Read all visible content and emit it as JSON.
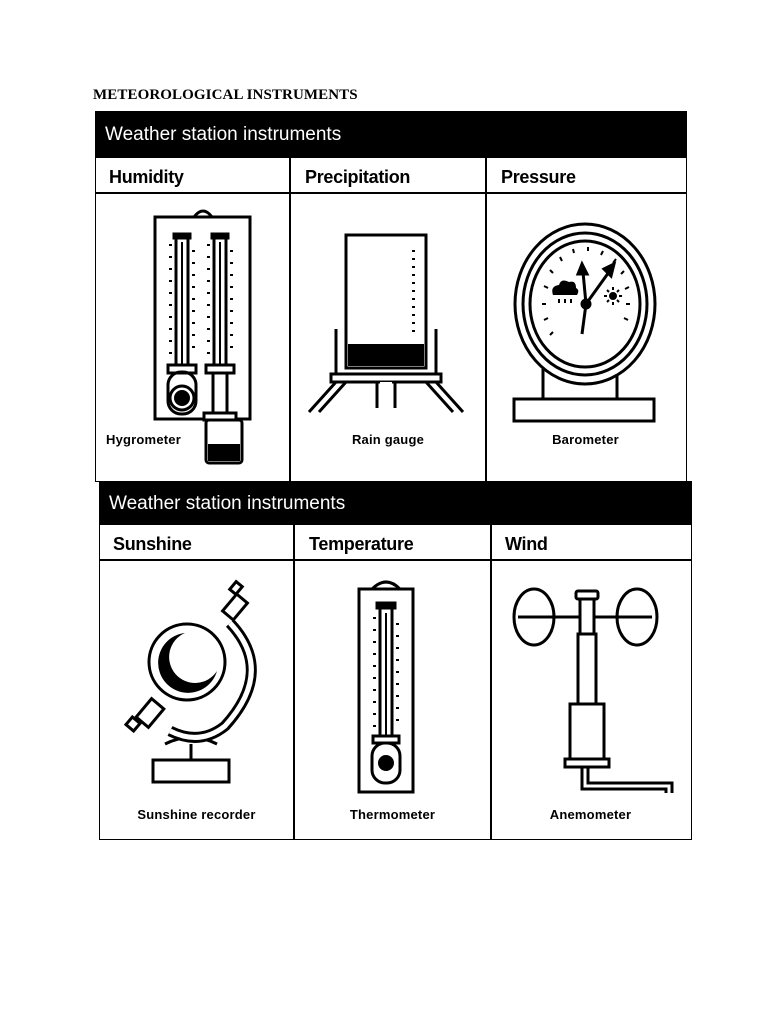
{
  "document": {
    "title": "METEOROLOGICAL INSTRUMENTS"
  },
  "panels": [
    {
      "banner": "Weather station instruments",
      "columns": [
        {
          "heading": "Humidity",
          "instrument": "Hygrometer",
          "icon": "hygrometer-icon"
        },
        {
          "heading": "Precipitation",
          "instrument": "Rain gauge",
          "icon": "rain-gauge-icon"
        },
        {
          "heading": "Pressure",
          "instrument": "Barometer",
          "icon": "barometer-icon"
        }
      ]
    },
    {
      "banner": "Weather station instruments",
      "columns": [
        {
          "heading": "Sunshine",
          "instrument": "Sunshine recorder",
          "icon": "sunshine-recorder-icon"
        },
        {
          "heading": "Temperature",
          "instrument": "Thermometer",
          "icon": "thermometer-icon"
        },
        {
          "heading": "Wind",
          "instrument": "Anemometer",
          "icon": "anemometer-icon"
        }
      ]
    }
  ]
}
